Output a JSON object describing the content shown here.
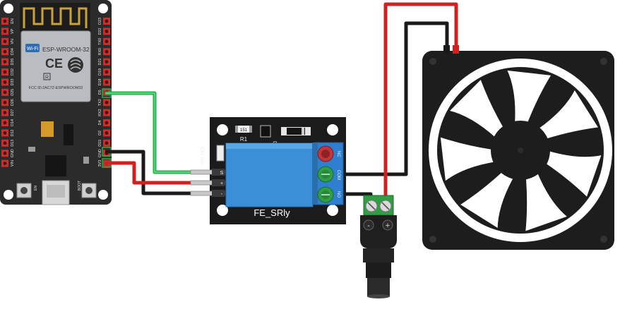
{
  "esp32": {
    "module_label": "ESP-WROOM-32",
    "wifi_badge": "Wi-Fi",
    "ce_mark": "CE",
    "id_line": "FCC ID:2AC7Z-ESPWROOM32",
    "r_code": "R",
    "en_label": "EN",
    "boot_label": "BOOT",
    "left_pins": [
      "EN",
      "VP",
      "VN",
      "D34",
      "D35",
      "D32",
      "D33",
      "D25",
      "D26",
      "D27",
      "D14",
      "D12",
      "D13",
      "GND",
      "VIN"
    ],
    "right_pins": [
      "D23",
      "D22",
      "TX0",
      "RX0",
      "D21",
      "D19",
      "D18",
      "D5",
      "TX2",
      "RX2",
      "D4",
      "D2",
      "D15",
      "GND",
      "3V3"
    ]
  },
  "relay": {
    "name": "FE_SRly",
    "resistor_code": "151",
    "resistor_label": "R1",
    "diode_label": "D1",
    "led_label": "ON led",
    "pin_labels": [
      "S",
      "+",
      "-"
    ],
    "terminal_labels": [
      "NC",
      "COM",
      "NO"
    ]
  },
  "dc_jack": {
    "plus_label": "+",
    "minus_label": "-"
  },
  "colors": {
    "signal_wire": "#22b14c",
    "power_wire": "#d21f1f",
    "ground_wire": "#1a1a1a",
    "relay_body": "#3a8fd6",
    "terminal_green": "#2f9e44",
    "board_dark": "#2b2b2b"
  }
}
